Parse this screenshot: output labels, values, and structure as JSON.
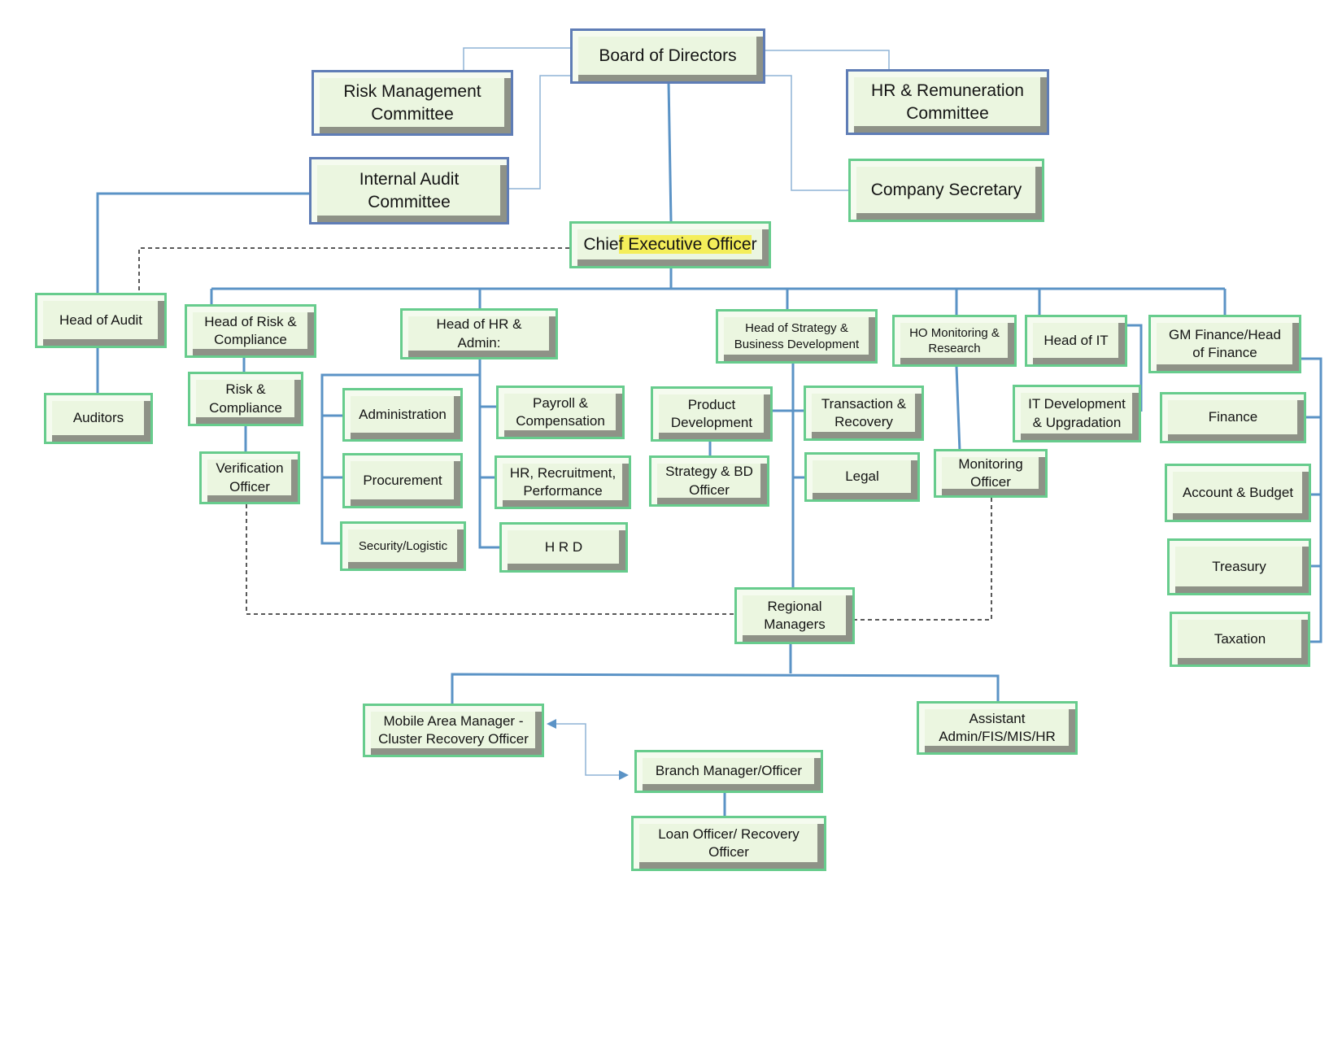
{
  "nodes": {
    "board": "Board of Directors",
    "risk_committee": "Risk Management\nCommittee",
    "hr_committee": "HR & Remuneration\nCommittee",
    "audit_committee": "Internal Audit\nCommittee",
    "company_secretary": "Company Secretary",
    "ceo_pre": "Chie",
    "ceo_highlight": "f Executive Office",
    "ceo_post": "r",
    "head_audit": "Head of Audit",
    "auditors": "Auditors",
    "head_risk": "Head of Risk &\nCompliance",
    "risk_compliance": "Risk &\nCompliance",
    "verification_officer": "Verification\nOfficer",
    "head_hr": "Head of HR &\nAdmin:",
    "administration": "Administration",
    "procurement": "Procurement",
    "security": "Security/Logistic",
    "payroll": "Payroll &\nCompensation",
    "hr_recruitment": "HR, Recruitment,\nPerformance",
    "hrd": "H R D",
    "head_strategy": "Head of Strategy &\nBusiness Development",
    "product_dev": "Product\nDevelopment",
    "strategy_bd": "Strategy & BD\nOfficer",
    "transaction": "Transaction &\nRecovery",
    "legal": "Legal",
    "ho_monitoring": "HO Monitoring &\nResearch",
    "monitoring_officer": "Monitoring\nOfficer",
    "head_it": "Head of IT",
    "it_dev": "IT Development\n& Upgradation",
    "gm_finance": "GM Finance/Head\nof Finance",
    "finance": "Finance",
    "account_budget": "Account & Budget",
    "treasury": "Treasury",
    "taxation": "Taxation",
    "regional_managers": "Regional\nManagers",
    "mobile_area_manager": "Mobile Area Manager -\nCluster Recovery Officer",
    "assistant_admin": "Assistant\nAdmin/FIS/MIS/HR",
    "branch_manager": "Branch Manager/Officer",
    "loan_officer": "Loan Officer/ Recovery\nOfficer"
  },
  "colors": {
    "box_border": "#67cc8d",
    "box_border_committee": "#5f7db6",
    "box_fill": "#ebf6e0",
    "connector": "#5b93c6",
    "highlight": "#f4ee5a"
  }
}
